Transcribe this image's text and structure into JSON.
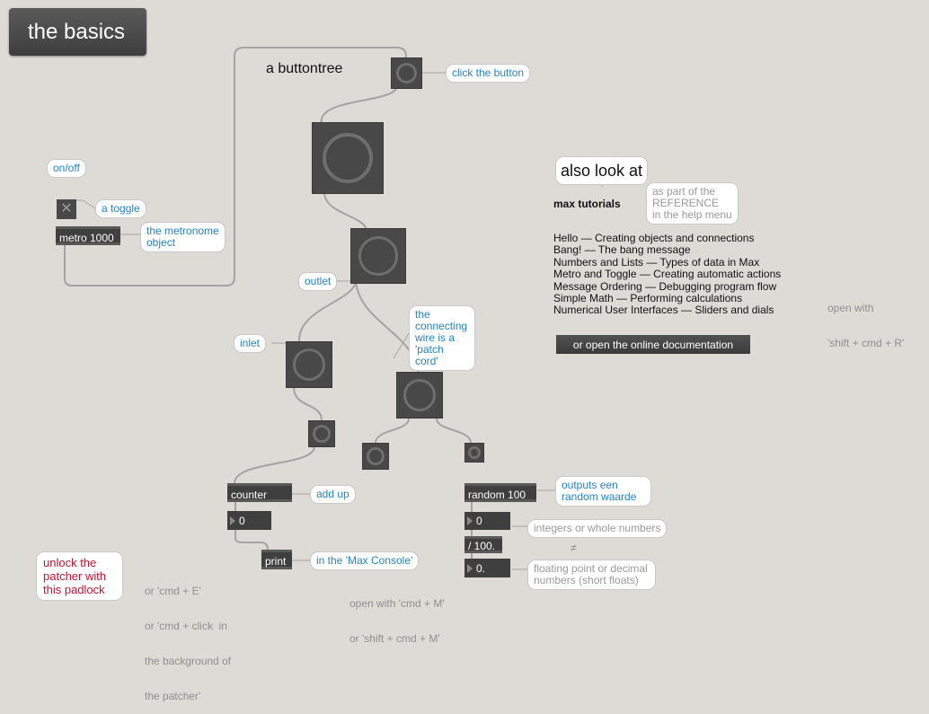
{
  "header": {
    "title": "the basics"
  },
  "patch": {
    "buttontree_label": "a buttontree",
    "toggle_icon": "x-icon",
    "metro": "metro 1000",
    "counter": "counter",
    "print": "print",
    "random": "random 100",
    "divide": "/ 100.",
    "counter_value": "0",
    "random_value": "0",
    "float_value": "0.",
    "not_equal": "≠"
  },
  "comments": {
    "click_button": "click the button",
    "on_off": "on/off",
    "a_toggle": "a toggle",
    "metronome": [
      "the metronome",
      "object"
    ],
    "outlet": "outlet",
    "inlet": "inlet",
    "patch_cord": [
      "the",
      "connecting",
      "wire is a",
      "'patch cord'"
    ],
    "add_up": "add up",
    "max_console": "in the 'Max Console'",
    "outputs": [
      "outputs een",
      "random waarde"
    ],
    "integers": "integers or whole numbers",
    "floats": [
      "floating point  or decimal",
      "numbers (short floats)"
    ],
    "unlock": [
      "unlock the",
      "patcher with",
      "this padlock"
    ],
    "cmd_e": [
      "or 'cmd + E'",
      "or 'cmd + click  in",
      "the background of",
      "the patcher'"
    ],
    "open_console": [
      "open with 'cmd + M'",
      "or 'shift + cmd + M'"
    ]
  },
  "sidebar": {
    "also_look_at": "also look at",
    "max_tutorials": "max tutorials",
    "reference_note": [
      "as part of the",
      "REFERENCE",
      "in the help menu"
    ],
    "tutorials": [
      "Hello — Creating objects and connections",
      "Bang! — The bang message",
      "Numbers and Lists — Types of data in Max",
      "Metro and Toggle — Creating automatic actions",
      "Message Ordering — Debugging program flow",
      "Simple Math — Performing calculations",
      "Numerical User Interfaces — Sliders and dials"
    ],
    "open_docs_button": "or open the online documentation",
    "open_with": [
      "open with",
      "'shift + cmd + R'"
    ]
  },
  "colors": {
    "background": "#dcdbd5",
    "object": "#3f3f3f",
    "comment_text": "#2683c6",
    "unlock_text": "#c8102e",
    "patch_cord": "#9a9a9a"
  }
}
